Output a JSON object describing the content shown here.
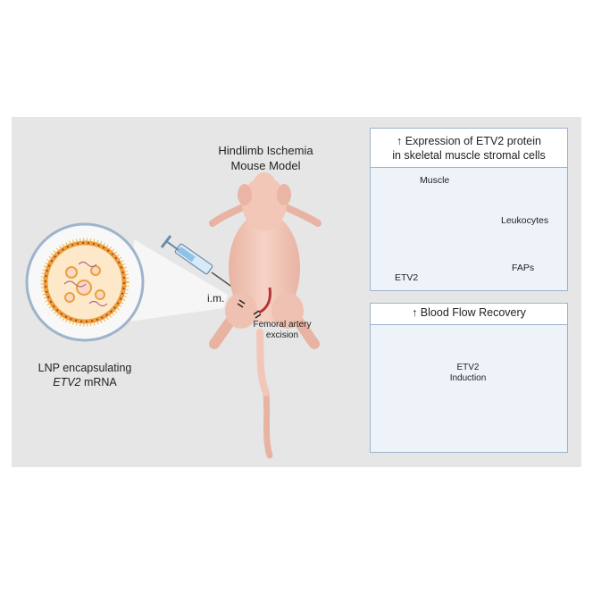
{
  "model": {
    "title_line1": "Hindlimb Ischemia",
    "title_line2": "Mouse Model"
  },
  "lnp": {
    "caption_line1": "LNP encapsulating",
    "caption_gene": "ETV2",
    "caption_rest": " mRNA"
  },
  "injection": {
    "route": "i.m."
  },
  "surgery": {
    "line1": "Femoral artery",
    "line2": "excision"
  },
  "expression_panel": {
    "header_line1": "↑ Expression of ETV2 protein",
    "header_line2": "in skeletal muscle stromal cells",
    "muscle_label": "Muscle",
    "leukocytes_label": "Leukocytes",
    "faps_label": "FAPs",
    "etv2_legend": "ETV2"
  },
  "flow_panel": {
    "header": "↑ Blood Flow Recovery",
    "arrow_line1": "ETV2",
    "arrow_line2": "Induction"
  },
  "colors": {
    "background": "#e6e6e6",
    "panel_border": "#9fb3cc",
    "mouse_skin": "#f2c7b8",
    "muscle": "#f0c4cf",
    "etv2_dot": "#9b4f35",
    "vessel_gray": "#9a9a9a",
    "vessel_red": "#d9444a"
  }
}
